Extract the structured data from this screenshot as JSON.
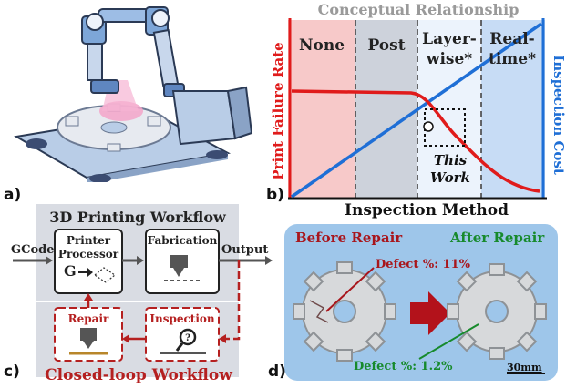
{
  "panel_labels": {
    "a": "a)",
    "b": "b)",
    "c": "c)",
    "d": "d)"
  },
  "panel_b": {
    "title": "Conceptual Relationship",
    "xlabel": "Inspection Method",
    "ylabel_left": "Print Failure Rate",
    "ylabel_right": "Inspection Cost",
    "regions": [
      {
        "line1": "None",
        "line2": ""
      },
      {
        "line1": "Post",
        "line2": ""
      },
      {
        "line1": "Layer-",
        "line2": "wise*"
      },
      {
        "line1": "Real-",
        "line2": "time*"
      }
    ],
    "callout_line1": "This",
    "callout_line2": "Work",
    "colors": {
      "failure": "#e01b1b",
      "cost": "#1f6fd6",
      "none_bg": "#f7c9c9",
      "post_bg": "#cdd2db",
      "layer_bg": "#ecf3fc",
      "realtime_bg": "#c7dcf5"
    }
  },
  "panel_c": {
    "title": "3D Printing Workflow",
    "input_label": "GCode",
    "printer_line1": "Printer",
    "printer_line2": "Processor",
    "printer_glyph": "G",
    "fabrication": "Fabrication",
    "output_label": "Output",
    "repair": "Repair",
    "inspection": "Inspection",
    "closed_loop": "Closed-loop Workflow",
    "colors": {
      "workflow_bg": "#d9dce3",
      "loop": "#b52020"
    }
  },
  "panel_d": {
    "before_label": "Before Repair",
    "after_label": "After Repair",
    "defect_before": "Defect %: 11%",
    "defect_after": "Defect %: 1.2%",
    "scale_label": "30mm",
    "colors": {
      "bg": "#9ec6ea",
      "before": "#a8161c",
      "after": "#178a2c"
    }
  }
}
